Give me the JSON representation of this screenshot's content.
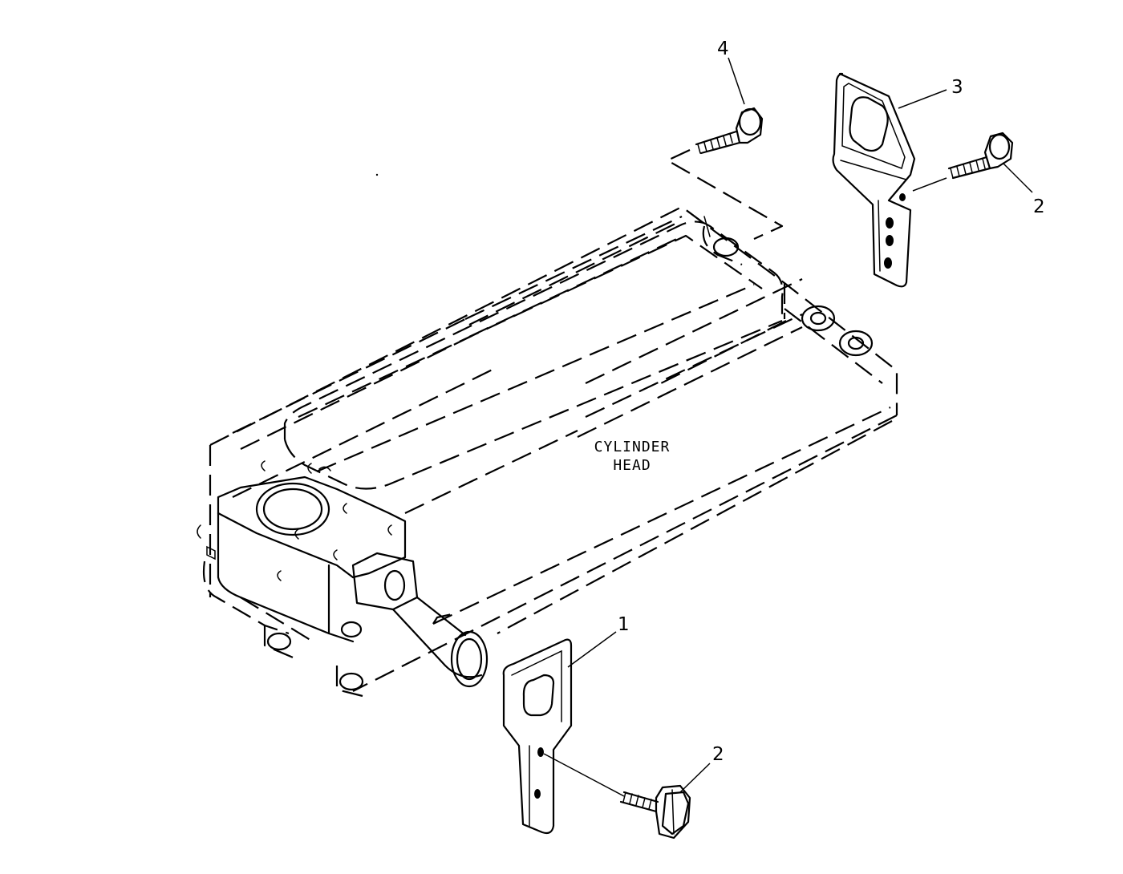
{
  "title_label": {
    "line1": "CYLINDER",
    "line2": "HEAD"
  },
  "callouts": {
    "c1": "1",
    "c2_upper": "2",
    "c2_lower": "2",
    "c3": "3",
    "c4": "4"
  }
}
